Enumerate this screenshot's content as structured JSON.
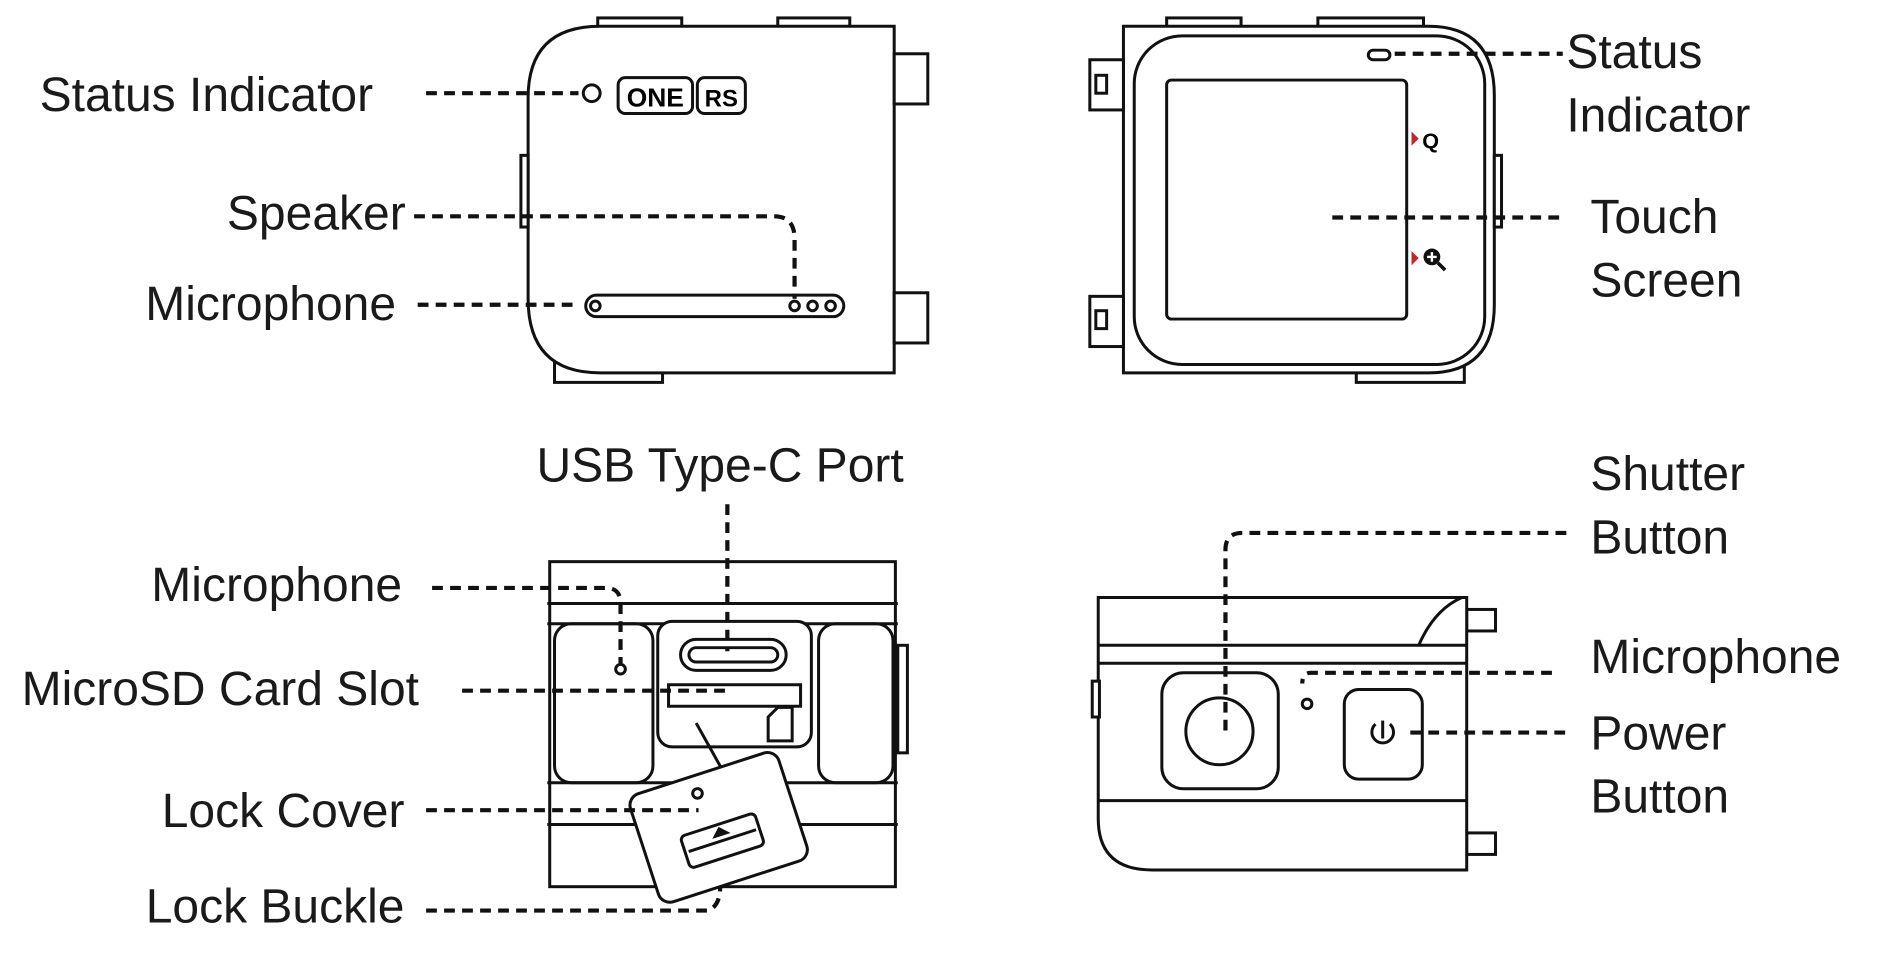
{
  "views": {
    "front": {
      "logo_text": [
        "ONE",
        "RS"
      ],
      "labels": {
        "status_indicator": "Status Indicator",
        "speaker": "Speaker",
        "microphone": "Microphone"
      }
    },
    "back": {
      "labels": {
        "status_line1": "Status",
        "status_line2": "Indicator",
        "touch_line1": "Touch",
        "touch_line2": "Screen"
      },
      "screen_icons": [
        "Q",
        "zoom-in"
      ],
      "accent_color": "#c0282d"
    },
    "bottom": {
      "labels": {
        "usb": "USB Type-C Port",
        "microphone": "Microphone",
        "microsd": "MicroSD Card Slot",
        "lock_cover": "Lock Cover",
        "lock_buckle": "Lock Buckle"
      }
    },
    "side": {
      "labels": {
        "shutter_line1": "Shutter",
        "shutter_line2": "Button",
        "microphone": "Microphone",
        "power_line1": "Power",
        "power_line2": "Button"
      }
    }
  }
}
